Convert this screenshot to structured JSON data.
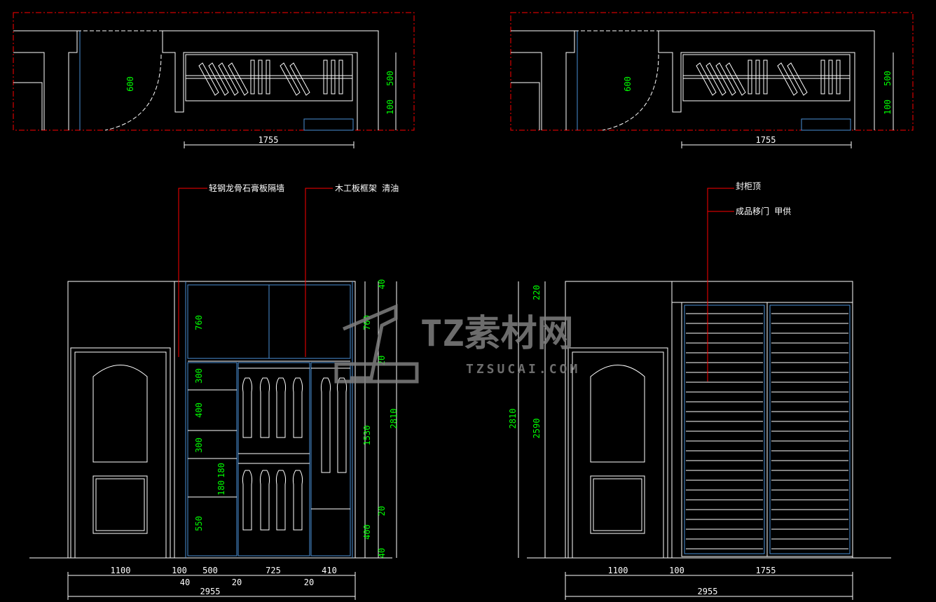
{
  "colors": {
    "background": "#000000",
    "outline": "#ffffff",
    "detail": "#4a8fd6",
    "dimension_text_horizontal": "#ffffff",
    "dimension_text_vertical": "#00ff00",
    "leader": "#ff0000",
    "section_frame": "#ff0000"
  },
  "plan_left": {
    "dim_width": "1755",
    "dim_600": "600",
    "dim_500": "500",
    "dim_100": "100"
  },
  "plan_right": {
    "dim_width": "1755",
    "dim_600": "600",
    "dim_500": "500",
    "dim_100": "100"
  },
  "elevation_left": {
    "labels": {
      "partition_wall": "轻钢龙骨石膏板隔墙",
      "wood_frame": "木工板框架 清油"
    },
    "bottom_dims_row1": [
      "1100",
      "100",
      "500",
      "725",
      "410"
    ],
    "bottom_dims_row2": [
      "40",
      "20",
      "20"
    ],
    "total_width": "2955",
    "left_column_dims": [
      "760",
      "300",
      "400",
      "300",
      "180",
      "180",
      "550"
    ],
    "middle_dims": [
      "760",
      "20",
      "1530",
      "20",
      "400"
    ],
    "right_dims": [
      "40",
      "2810",
      "40"
    ]
  },
  "elevation_right": {
    "labels": {
      "cabinet_top": "封柜顶",
      "sliding_door": "成品移门 甲供"
    },
    "left_dims": [
      "2810",
      "220",
      "2590"
    ],
    "bottom_dims_row1": [
      "1100",
      "100",
      "1755"
    ],
    "total_width": "2955"
  },
  "watermark": {
    "brand": "TZ素材网",
    "site": "TZSUCAI.COM"
  }
}
